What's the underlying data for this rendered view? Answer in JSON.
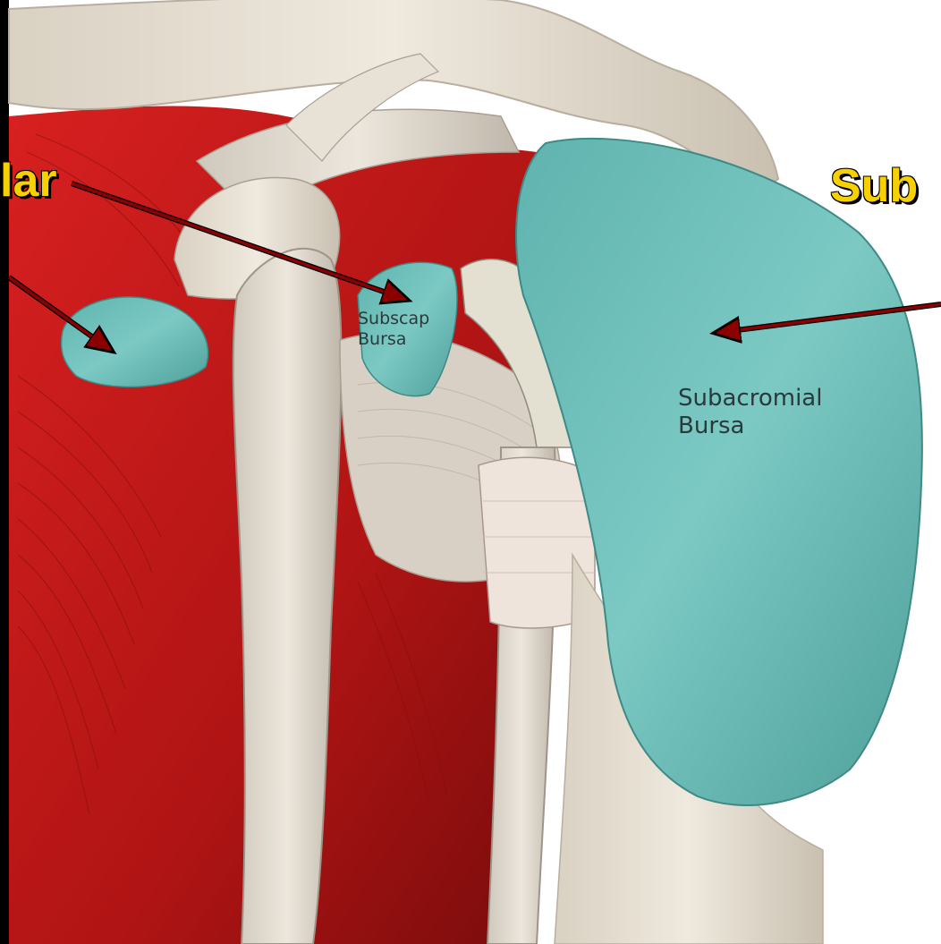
{
  "image": {
    "description_labels": {
      "subscap_line1": "Subscap",
      "subscap_line2": "Bursa",
      "subacromial_line1": "Subacromial",
      "subacromial_line2": "Bursa"
    },
    "callouts": {
      "left_fragment": "lar",
      "right_fragment_1": "Sub",
      "right_fragment_2": ""
    },
    "colors": {
      "bursa": "#6fbfbb",
      "muscle": "#c01818",
      "bone": "#e4ddd0",
      "callout_text": "#f6d000",
      "arrow": "#8b0000"
    }
  }
}
